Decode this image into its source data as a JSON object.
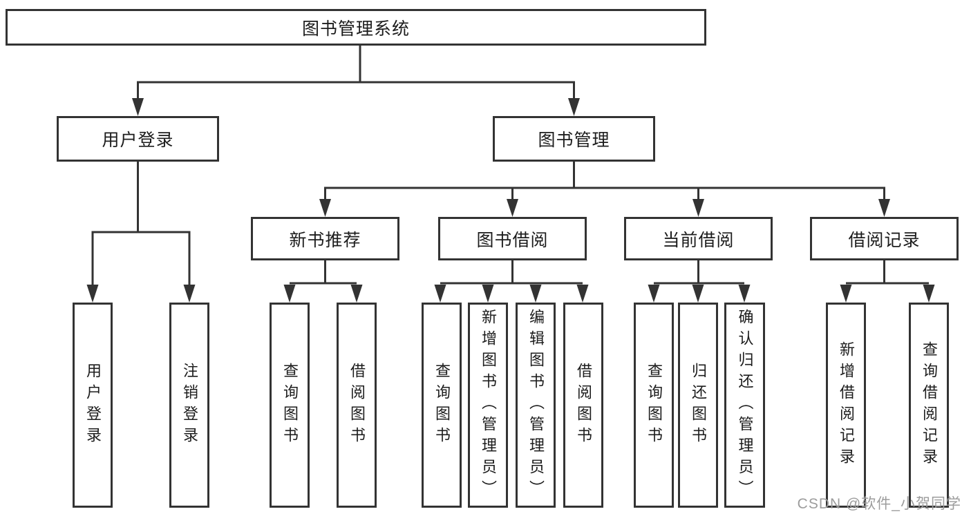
{
  "diagram": {
    "title": "图书管理系统",
    "root": "图书管理系统",
    "branches": [
      {
        "label": "用户登录",
        "children": [
          "用户登录",
          "注销登录"
        ]
      },
      {
        "label": "图书管理",
        "children": [
          {
            "label": "新书推荐",
            "children": [
              "查询图书",
              "借阅图书"
            ]
          },
          {
            "label": "图书借阅",
            "children": [
              "查询图书",
              "新增图书（管理员）",
              "编辑图书（管理员）",
              "借阅图书"
            ]
          },
          {
            "label": "当前借阅",
            "children": [
              "查询图书",
              "归还图书",
              "确认归还（管理员）"
            ]
          },
          {
            "label": "借阅记录",
            "children": [
              "新增借阅记录",
              "查询借阅记录"
            ]
          }
        ]
      }
    ]
  },
  "watermark": {
    "text": "CSDN @软件_小贺同学"
  },
  "colors": {
    "line": "#333333",
    "text": "#1c1c1c",
    "box_fill": "#ffffff",
    "watermark": "#9c9c9c"
  }
}
